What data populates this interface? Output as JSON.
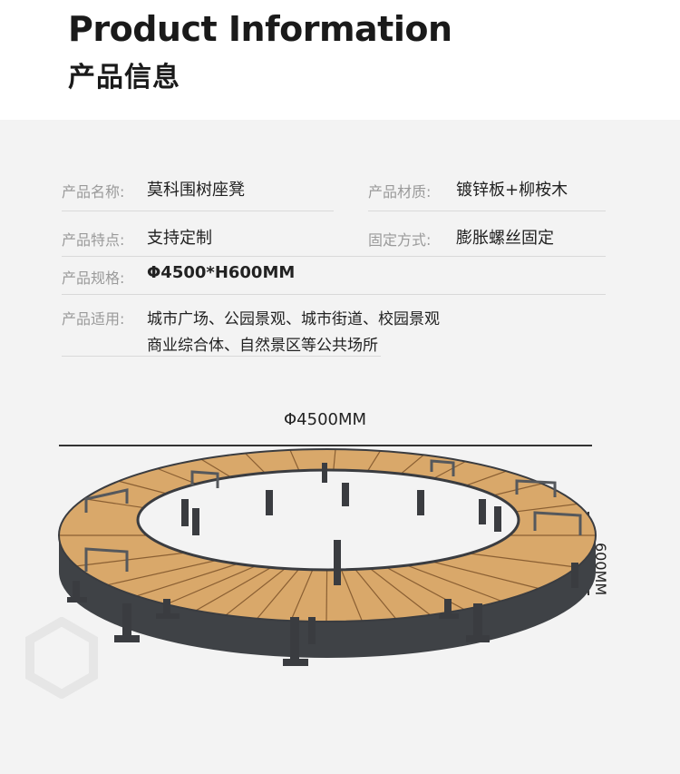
{
  "header": {
    "title_en": "Product Information",
    "title_cn": "产品信息"
  },
  "specs": {
    "name_label": "产品名称:",
    "name_value": "莫科围树座凳",
    "material_label": "产品材质:",
    "material_value": "镀锌板+柳桉木",
    "feature_label": "产品特点:",
    "feature_value": "支持定制",
    "fixing_label": "固定方式:",
    "fixing_value": "膨胀螺丝固定",
    "size_label": "产品规格:",
    "size_value": "Φ4500*H600MM",
    "usage_label": "产品适用:",
    "usage_line1": "城市广场、公园景观、城市街道、校园景观",
    "usage_line2": "商业综合体、自然景区等公共场所"
  },
  "diagram": {
    "diameter_label": "Φ4500MM",
    "height_label": "600MM"
  },
  "colors": {
    "panel_bg": "#f3f3f3",
    "wood": "#d9a86a",
    "steel": "#3a3c40",
    "label_gray": "#9a9a9a"
  }
}
